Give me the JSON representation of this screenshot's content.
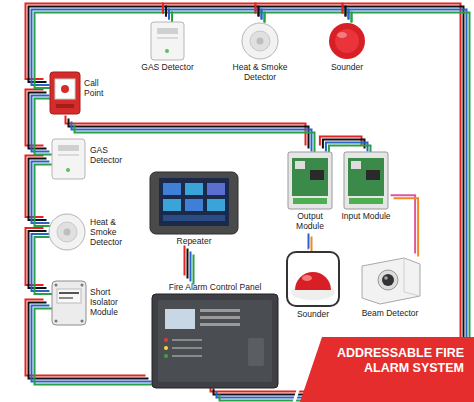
{
  "diagram": {
    "title": "ADDRESSABLE FIRE ALARM SYSTEM",
    "nodes": [
      {
        "text": [
          "Call Point"
        ]
      },
      {
        "text": [
          "GAS Detector"
        ]
      },
      {
        "text": [
          "Heat & Smoke Detector"
        ]
      },
      {
        "text": [
          "Sounder"
        ]
      },
      {
        "text": [
          "GAS Detector"
        ]
      },
      {
        "text": [
          "Heat & Smoke Detector"
        ]
      },
      {
        "text": [
          "Repeater"
        ]
      },
      {
        "text": [
          "Output Module"
        ]
      },
      {
        "text": [
          "Input Module"
        ]
      },
      {
        "text": [
          "Short Isolator Module"
        ]
      },
      {
        "text": [
          "Sounder"
        ]
      },
      {
        "text": [
          "Beam Detector"
        ]
      },
      {
        "text": [
          "Fire Alarm Control Panel"
        ]
      }
    ],
    "edges": [
      {
        "from": 12,
        "to": 9,
        "arrow": "none"
      },
      {
        "from": 9,
        "to": 5,
        "arrow": "none"
      },
      {
        "from": 5,
        "to": 4,
        "arrow": "none"
      },
      {
        "from": 4,
        "to": 0,
        "arrow": "none"
      },
      {
        "from": 0,
        "to": 1,
        "arrow": "none"
      },
      {
        "from": 1,
        "to": 2,
        "arrow": "none"
      },
      {
        "from": 2,
        "to": 3,
        "arrow": "none"
      },
      {
        "from": 3,
        "to": 12,
        "arrow": "none"
      },
      {
        "from": 0,
        "to": 7,
        "arrow": "none"
      },
      {
        "from": 7,
        "to": 8,
        "arrow": "none"
      },
      {
        "from": 7,
        "to": 10,
        "arrow": "none"
      },
      {
        "from": 8,
        "to": 11,
        "arrow": "none"
      },
      {
        "from": 12,
        "to": 6,
        "arrow": "none"
      }
    ]
  }
}
